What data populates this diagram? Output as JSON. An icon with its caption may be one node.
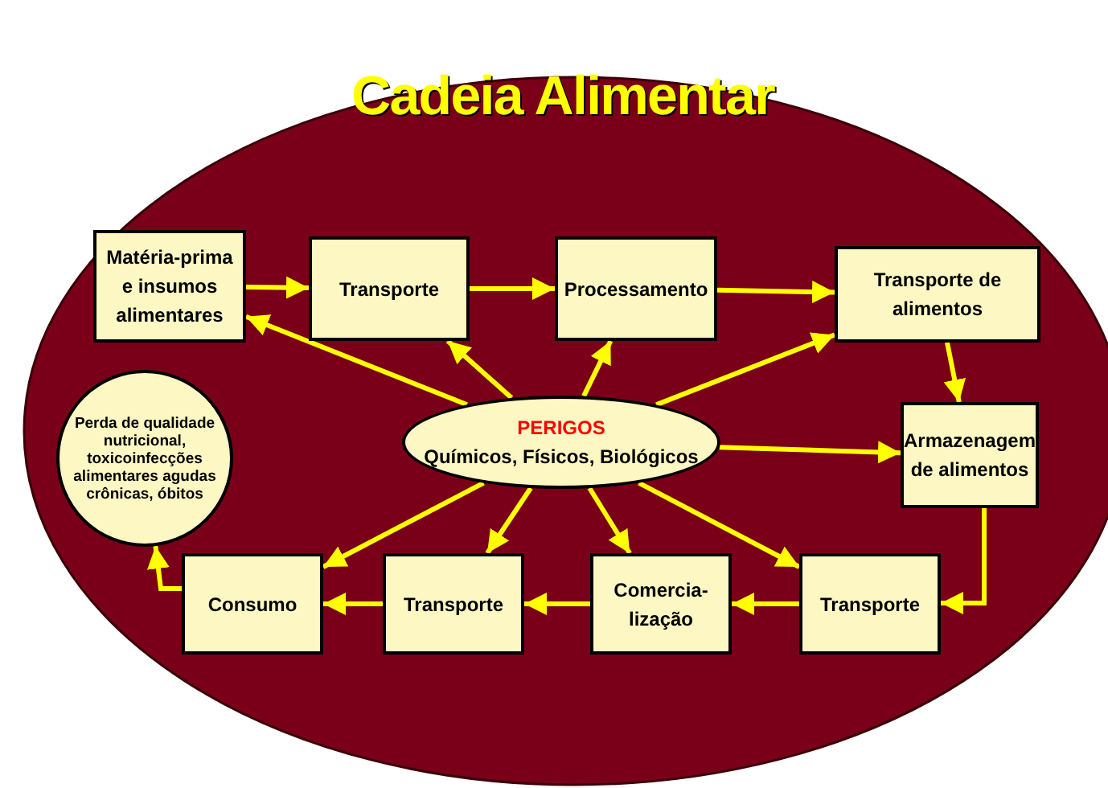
{
  "diagram": {
    "title": "Cadeia Alimentar",
    "nodes": [
      {
        "text": [
          "Matéria-prima e insumos alimentares"
        ]
      },
      {
        "text": [
          "Transporte"
        ]
      },
      {
        "text": [
          "Processamento"
        ]
      },
      {
        "text": [
          "Transporte de alimentos"
        ]
      },
      {
        "text": [
          "Armazenagem de alimentos"
        ]
      },
      {
        "text": [
          "PERIGOS",
          "Químicos, Físicos, Biológicos"
        ]
      },
      {
        "text": [
          "Perda de qualidade nutricional, toxicoinfecções alimentares agudas crônicas, óbitos"
        ]
      },
      {
        "text": [
          "Transporte"
        ]
      },
      {
        "text": [
          "Comercia- lização"
        ]
      },
      {
        "text": [
          "Transporte"
        ]
      },
      {
        "text": [
          "Consumo"
        ]
      }
    ],
    "edges": [
      {
        "from": 0,
        "to": 1,
        "arrow": "to"
      },
      {
        "from": 1,
        "to": 2,
        "arrow": "to"
      },
      {
        "from": 2,
        "to": 3,
        "arrow": "to"
      },
      {
        "from": 3,
        "to": 4,
        "arrow": "to"
      },
      {
        "from": 4,
        "to": 7,
        "arrow": "to"
      },
      {
        "from": 7,
        "to": 8,
        "arrow": "to"
      },
      {
        "from": 8,
        "to": 9,
        "arrow": "to"
      },
      {
        "from": 9,
        "to": 10,
        "arrow": "to"
      },
      {
        "from": 10,
        "to": 6,
        "arrow": "to"
      },
      {
        "from": 5,
        "to": 0,
        "arrow": "to"
      },
      {
        "from": 5,
        "to": 1,
        "arrow": "to"
      },
      {
        "from": 5,
        "to": 2,
        "arrow": "to"
      },
      {
        "from": 5,
        "to": 3,
        "arrow": "to"
      },
      {
        "from": 5,
        "to": 4,
        "arrow": "to"
      },
      {
        "from": 5,
        "to": 7,
        "arrow": "to"
      },
      {
        "from": 5,
        "to": 8,
        "arrow": "to"
      },
      {
        "from": 5,
        "to": 9,
        "arrow": "to"
      },
      {
        "from": 5,
        "to": 10,
        "arrow": "to"
      }
    ]
  }
}
